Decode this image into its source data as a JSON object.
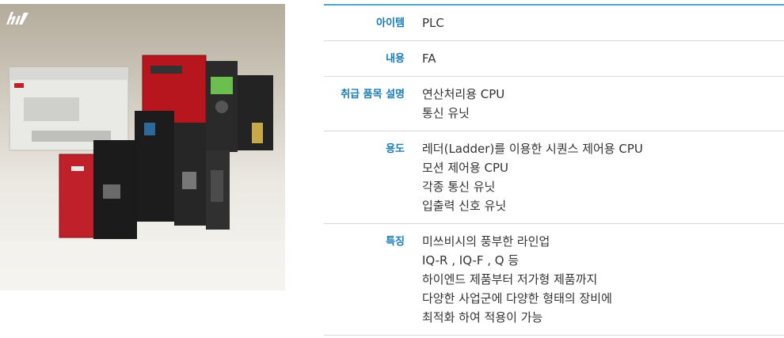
{
  "image_logo": "hi",
  "specs": [
    {
      "label": "아이템",
      "lines": [
        "PLC"
      ]
    },
    {
      "label": "내용",
      "lines": [
        "FA"
      ]
    },
    {
      "label": "취급 품목 설명",
      "lines": [
        "연산처리용 CPU",
        "통신 유닛"
      ]
    },
    {
      "label": "용도",
      "lines": [
        "레더(Ladder)를 이용한 시퀀스 제어용 CPU",
        "모션 제어용 CPU",
        "각종 통신 유닛",
        "입출력 신호 유닛"
      ]
    },
    {
      "label": "특징",
      "lines": [
        "미쓰비시의 풍부한 라인업",
        "IQ-R , IQ-F , Q 등",
        "하이엔드 제품부터 저가형 제품까지",
        "다양한 사업군에 다양한 형태의 장비에",
        "최적화 하여 적용이 가능"
      ]
    }
  ],
  "colors": {
    "accent": "#1a7bb5",
    "table_top_border": "#4aa8c8",
    "text": "#333333"
  }
}
